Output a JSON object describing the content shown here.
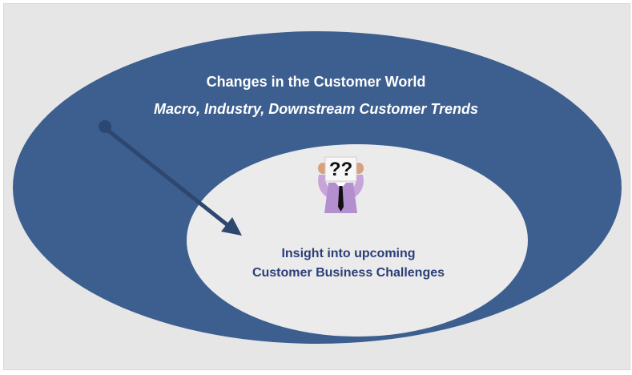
{
  "outer_ellipse": {
    "title": "Changes in the Customer World",
    "subtitle": "Macro, Industry, Downstream Customer Trends",
    "color": "#3d5f8f"
  },
  "inner_ellipse": {
    "line1": "Insight into upcoming",
    "line2": "Customer Business Challenges",
    "color": "#ebebeb",
    "text_color": "#2a3f78"
  },
  "illustration": {
    "icon": "confused-businessman-icon",
    "sign_text": "??"
  },
  "arrow": {
    "color": "#2d4770"
  }
}
